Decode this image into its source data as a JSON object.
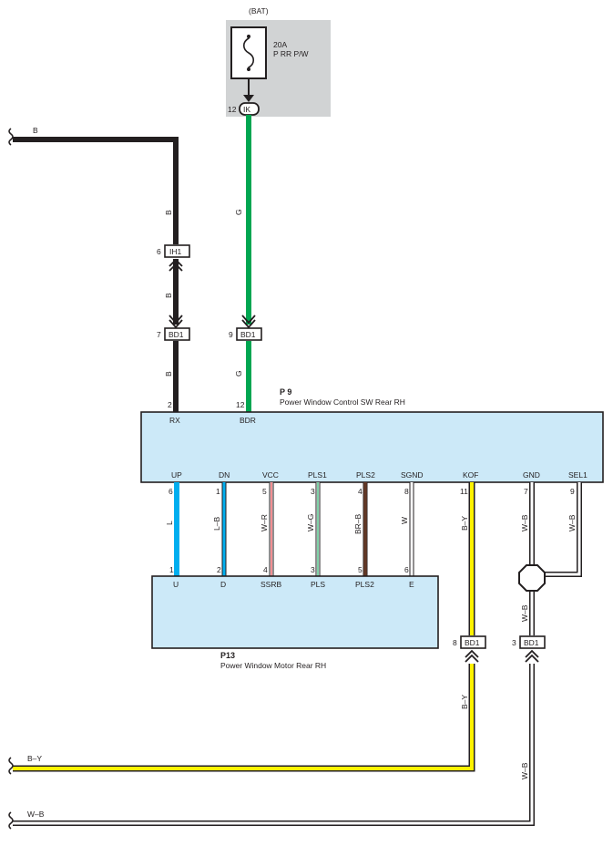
{
  "battery": {
    "label": "(BAT)",
    "fuse_amp": "20A",
    "fuse_name": "P RR P/W"
  },
  "connectors": {
    "ik": "IK",
    "ik_pin": "12",
    "ih1": "IH1",
    "ih1_pin": "6",
    "bd1_a": "BD1",
    "bd1_a_pin": "7",
    "bd1_b": "BD1",
    "bd1_b_pin": "9",
    "bd1_c": "BD1",
    "bd1_c_pin": "8",
    "bd1_d": "BD1",
    "bd1_d_pin": "3"
  },
  "p9": {
    "code": "P 9",
    "name": "Power Window Control SW Rear RH",
    "top_pins": [
      "2",
      "12"
    ],
    "top_terms": [
      "RX",
      "BDR"
    ],
    "bottom_terms": [
      "UP",
      "DN",
      "VCC",
      "PLS1",
      "PLS2",
      "SGND",
      "KOF",
      "GND",
      "SEL1"
    ],
    "bottom_pins": [
      "6",
      "1",
      "5",
      "3",
      "4",
      "8",
      "11",
      "7",
      "9"
    ]
  },
  "p13": {
    "code": "P13",
    "name": "Power Window Motor Rear RH",
    "terms": [
      "U",
      "D",
      "SSRB",
      "PLS",
      "PLS2",
      "E"
    ],
    "pins": [
      "1",
      "2",
      "4",
      "3",
      "5",
      "6"
    ]
  },
  "wires": {
    "b_top": "B",
    "b1": "B",
    "b2": "B",
    "b3": "B",
    "g1": "G",
    "g2": "G",
    "l": "L",
    "l_b": "L–B",
    "w_r": "W–R",
    "w_g": "W–G",
    "br_b": "BR–B",
    "w": "W",
    "b_y": "B–Y",
    "w_b1": "W–B",
    "w_b2": "W–B",
    "w_b3": "W–B",
    "b_y_lower": "B–Y",
    "b_y_left": "B–Y",
    "w_b_lower": "W–B",
    "w_b_left": "W–B"
  },
  "colors": {
    "black": "#231f20",
    "green": "#00a651",
    "blue": "#00aeef",
    "yellow": "#fff200",
    "red": "#ed1c24",
    "brown": "#8b4a2b",
    "white_wire": "#ffffff",
    "box_fill": "#cce9f8",
    "battery_bg": "#d1d3d4"
  }
}
